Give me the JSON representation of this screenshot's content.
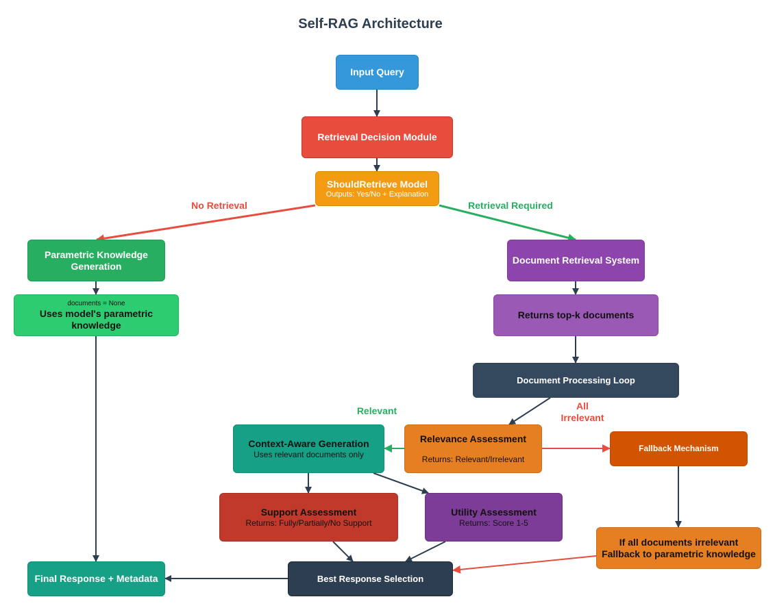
{
  "title": "Self-RAG Architecture",
  "nodes": {
    "input_query": {
      "label": "Input Query"
    },
    "retrieval_decision": {
      "label": "Retrieval Decision Module"
    },
    "should_retrieve": {
      "label": "ShouldRetrieve Model",
      "sub": "Outputs: Yes/No + Explanation"
    },
    "parametric_gen": {
      "label": "Parametric Knowledge Generation"
    },
    "parametric_detail": {
      "note": "documents = None",
      "label": "Uses model's parametric knowledge"
    },
    "doc_retrieval": {
      "label": "Document Retrieval System"
    },
    "topk": {
      "label": "Returns top-k documents"
    },
    "processing_loop": {
      "label": "Document Processing Loop"
    },
    "relevance": {
      "label": "Relevance Assessment",
      "sub": "Returns: Relevant/Irrelevant"
    },
    "context_gen": {
      "label": "Context-Aware Generation",
      "sub": "Uses relevant documents only"
    },
    "fallback": {
      "label": "Fallback Mechanism"
    },
    "support": {
      "label": "Support Assessment",
      "sub": "Returns: Fully/Partially/No Support"
    },
    "utility": {
      "label": "Utility Assessment",
      "sub": "Returns: Score 1-5"
    },
    "fallback_detail": {
      "line1": "If all documents irrelevant",
      "line2": "Fallback to parametric knowledge"
    },
    "final_response": {
      "label": "Final Response + Metadata"
    },
    "best_selection": {
      "label": "Best Response Selection"
    }
  },
  "edge_labels": {
    "no_retrieval": "No Retrieval",
    "retrieval_required": "Retrieval Required",
    "relevant": "Relevant",
    "all_irrelevant_1": "All",
    "all_irrelevant_2": "Irrelevant"
  },
  "colors": {
    "blue": "#3498db",
    "red": "#e74c3c",
    "orange_yellow": "#f39c12",
    "green": "#27ae60",
    "light_green": "#2ecc71",
    "purple": "#8e44ad",
    "light_purple": "#9b59b6",
    "navy": "#34495e",
    "orange": "#e67e22",
    "teal": "#16a085",
    "dark_orange": "#d35400",
    "dark_red": "#c0392b",
    "dark_purple": "#7d3c98",
    "dark_navy": "#2c3e50"
  }
}
